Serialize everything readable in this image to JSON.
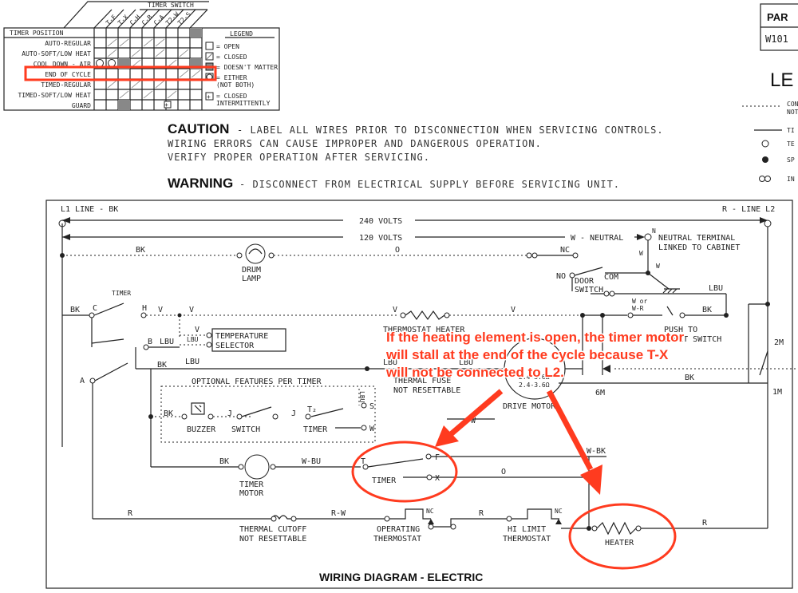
{
  "timer_chart": {
    "header": "TIMER SWITCH",
    "switch_columns": [
      "T-F",
      "T-X",
      "C-H",
      "C-B",
      "C-A",
      "T2-W",
      "T2-S"
    ],
    "position_header": "TIMER POSITION",
    "positions": [
      "AUTO-REGULAR",
      "AUTO-SOFT/LOW HEAT",
      "COOL DOWN - AIR",
      "END OF CYCLE",
      "TIMED-REGULAR",
      "TIMED-SOFT/LOW HEAT",
      "GUARD"
    ],
    "legend_title": "LEGEND",
    "legend": [
      {
        "label": "= OPEN"
      },
      {
        "label": "= CLOSED"
      },
      {
        "label": "= DOESN'T MATTER"
      },
      {
        "label": "= EITHER",
        "sub": "(NOT BOTH)"
      },
      {
        "label": "= CLOSED",
        "sub": "INTERMITTENTLY"
      }
    ]
  },
  "part_box": {
    "header": "PAR",
    "value": "W101"
  },
  "legend_right": {
    "title": "LE",
    "items": [
      "CON",
      "NOT",
      "TI",
      "TE",
      "SP",
      "IN"
    ]
  },
  "notes": {
    "caution_label": "CAUTION",
    "caution_lines": [
      "- LABEL ALL WIRES PRIOR TO DISCONNECTION WHEN SERVICING CONTROLS.",
      "WIRING ERRORS CAN CAUSE IMPROPER AND DANGEROUS OPERATION.",
      "VERIFY PROPER OPERATION AFTER SERVICING."
    ],
    "warning_label": "WARNING",
    "warning_text": "- DISCONNECT FROM ELECTRICAL SUPPLY BEFORE SERVICING UNIT."
  },
  "diagram": {
    "l1": "L1 LINE - BK",
    "l2": "R - LINE L2",
    "v240": "240 VOLTS",
    "v120": "120 VOLTS",
    "neutral": "W - NEUTRAL",
    "n": "N",
    "neutral_term_1": "NEUTRAL TERMINAL",
    "neutral_term_2": "LINKED TO CABINET",
    "drum_lamp_1": "DRUM",
    "drum_lamp_2": "LAMP",
    "bk": "BK",
    "o": "O",
    "nc": "NC",
    "no": "NO",
    "com": "COM",
    "w": "W",
    "door_switch_1": "DOOR",
    "door_switch_2": "SWITCH",
    "lbu": "LBU",
    "timer": "TIMER",
    "c": "C",
    "h": "H",
    "v": "V",
    "b": "B",
    "a": "A",
    "thermostat_heater": "THERMOSTAT HEATER",
    "temp_selector_1": "TEMPERATURE",
    "temp_selector_2": "SELECTOR",
    "optional": "OPTIONAL FEATURES PER TIMER",
    "buzzer": "BUZZER",
    "switch": "SWITCH",
    "timer_small": "TIMER",
    "thermal_fuse_1": "THERMAL FUSE",
    "thermal_fuse_2": "NOT RESETTABLE",
    "drive_motor": "DRIVE MOTOR",
    "wor": "W or",
    "wr": "W-R",
    "push_to": "PUSH TO",
    "start_switch": "START SWITCH",
    "m2": "2M",
    "m1": "1M",
    "m6": "6M",
    "timer_motor_1": "TIMER",
    "timer_motor_2": "MOTOR",
    "wbu": "W-BU",
    "wbk": "W-BK",
    "t_label": "T",
    "f_label": "F",
    "x_label": "X",
    "r": "R",
    "rw": "R-W",
    "thermal_cutoff_1": "THERMAL CUTOFF",
    "thermal_cutoff_2": "NOT RESETTABLE",
    "op_thermo_1": "OPERATING",
    "op_thermo_2": "THERMOSTAT",
    "hi_limit_1": "HI LIMIT",
    "hi_limit_2": "THERMOSTAT",
    "heater": "HEATER",
    "ohm_1": "2.4-3.6Ω",
    "title": "WIRING DIAGRAM - ELECTRIC"
  },
  "annotation": {
    "lines": [
      "If the heating element is open, the timer motor",
      "will stall at the end of the cycle because T-X",
      "will not be connected to L2."
    ],
    "color": "#ff3b1f"
  }
}
